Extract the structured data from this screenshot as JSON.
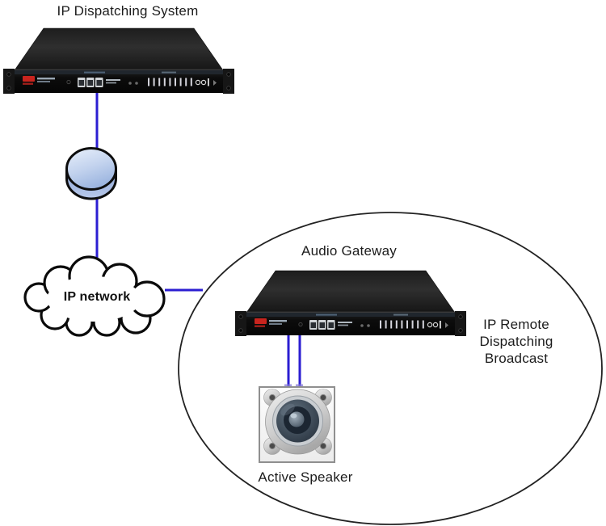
{
  "diagram": {
    "title": "IP Dispatching System",
    "cloud_label": "IP network",
    "gateway_label": "Audio Gateway",
    "zone_label_lines": [
      "IP Remote",
      "Dispatching",
      "Broadcast"
    ],
    "speaker_label": "Active Speaker",
    "colors": {
      "background": "#ffffff",
      "connection_line": "#2b1ed2",
      "cloud_outline": "#0a0a0a",
      "zone_outline": "#222222",
      "cylinder_blue": "#b9c9ea",
      "device_black": "#141414",
      "logo_red": "#c8241e",
      "speaker_box_border": "#8f8f8f"
    }
  }
}
